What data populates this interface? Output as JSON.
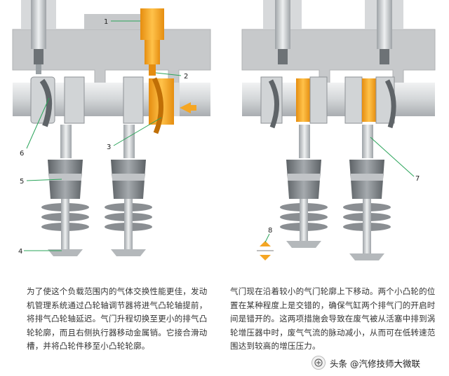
{
  "callouts": {
    "c1": "1",
    "c2": "2",
    "c3": "3",
    "c4": "4",
    "c5": "5",
    "c6": "6",
    "c7": "7",
    "c8": "8"
  },
  "captions": {
    "left": "为了使这个负载范围内的气体交换性能更佳，发动机管理系统通过凸轮轴调节器将进气凸轮轴提前，将排气凸轮轴延迟。气门升程切换至更小的排气凸轮轮廓，而且右侧执行器移动金属销。它接合滑动槽，并将凸轮件移至小凸轮轮廓。",
    "right": "气门现在沿着较小的气门轮廓上下移动。两个小凸轮的位置在某种程度上是交错的，确保气缸两个排气门的开启时间是错开的。这两项措施会导致在废气被从活塞中排到涡轮增压器中时，废气气流的脉动减小，从而可在低转速范围达到较高的增压压力。"
  },
  "watermark": {
    "text": "头条 @汽修技师大微联"
  },
  "colors": {
    "background": "#ffffff",
    "highlight_orange": "#f5a623",
    "housing_gray": "#c9cbcd",
    "shaft_light": "#e4e6e8",
    "dark_gray": "#6f7478",
    "spring_gray": "#8a8e92"
  }
}
